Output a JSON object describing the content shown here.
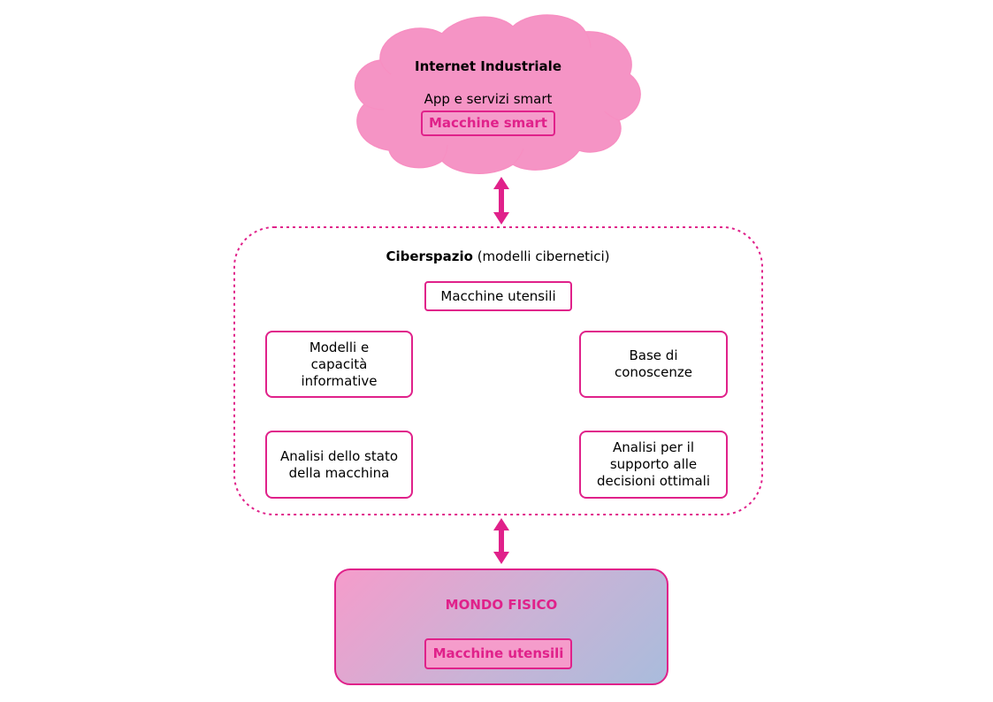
{
  "colors": {
    "accent": "#e0218a",
    "cloud_fill": "#f594c5",
    "cloud_inner_box": "#f59ccb",
    "physical_gradient_start": "#f59ccb",
    "physical_gradient_end": "#a9bcdc"
  },
  "cloud": {
    "title": "Internet Industriale",
    "subtitle": "App e servizi smart",
    "inner_box": "Macchine smart"
  },
  "cyberspace": {
    "title_bold": "Ciberspazio",
    "title_rest": " (modelli cibernetici)",
    "center_box": "Macchine utensili",
    "box_top_left": "Modelli e\ncapacità\ninformative",
    "box_top_right": "Base di\nconoscenze",
    "box_bottom_left": "Analisi dello stato\ndella macchina",
    "box_bottom_right": "Analisi per il\nsupporto alle\ndecisioni ottimali"
  },
  "physical": {
    "title": "MONDO FISICO",
    "inner_box": "Macchine utensili"
  }
}
